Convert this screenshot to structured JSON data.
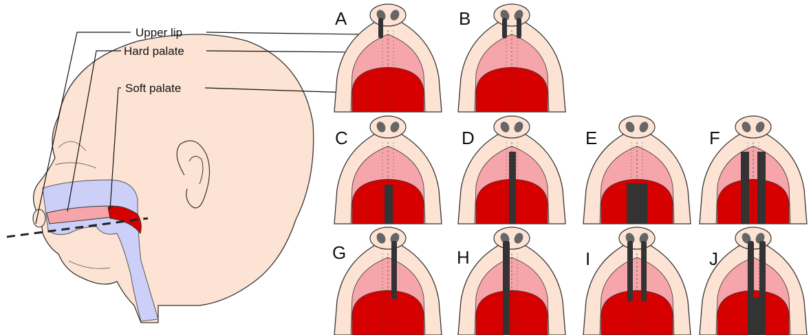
{
  "labels": {
    "upper_lip": "Upper lip",
    "hard_palate": "Hard palate",
    "soft_palate": "Soft palate"
  },
  "panels": [
    {
      "letter": "A",
      "cleft": "unilateral-lip"
    },
    {
      "letter": "B",
      "cleft": "bilateral-lip"
    },
    {
      "letter": "C",
      "cleft": "soft-palate-partial"
    },
    {
      "letter": "D",
      "cleft": "soft-and-hard-palate"
    },
    {
      "letter": "E",
      "cleft": "soft-palate-wide"
    },
    {
      "letter": "F",
      "cleft": "bilateral-palate"
    },
    {
      "letter": "G",
      "cleft": "unilateral-lip-and-palate-incomplete"
    },
    {
      "letter": "H",
      "cleft": "unilateral-lip-and-palate-complete"
    },
    {
      "letter": "I",
      "cleft": "bilateral-lip-and-palate-incomplete"
    },
    {
      "letter": "J",
      "cleft": "bilateral-lip-and-palate-complete"
    }
  ],
  "colors": {
    "skin": "#fde3d3",
    "hard_palate": "#f6a6ab",
    "soft_palate": "#d60000",
    "cleft": "#333333",
    "airway": "#ccd0f8",
    "nostril": "#666666"
  }
}
